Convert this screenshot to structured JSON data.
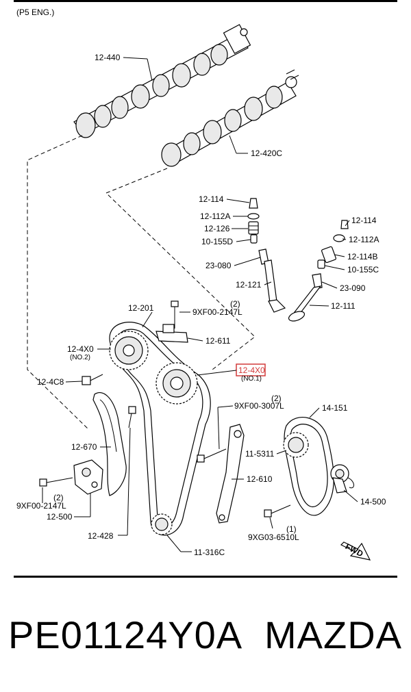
{
  "engine_label": "(P5 ENG.)",
  "callouts": {
    "camshaft_exhaust": "12-440",
    "camshaft_intake": "12-420C",
    "valve_keeper_in": "12-114",
    "valve_retainer_in": "12-112A",
    "valve_spring_in": "12-126",
    "valve_seal_in": "10-155D",
    "valve_guide_in": "23-080",
    "valve_in": "12-121",
    "valve_keeper_ex": "12-114",
    "valve_retainer_ex": "12-112A",
    "valve_spring_ex": "12-114B",
    "valve_seal_ex": "10-155C",
    "valve_guide_ex": "23-090",
    "valve_ex": "12-111",
    "chain": "12-201",
    "bolt_top_qty": "(2)",
    "bolt_top": "9XF00-2147L",
    "chain_guide_upper": "12-611",
    "sprocket_no2": "12-4X0",
    "sprocket_no2_sub": "(NO.2)",
    "sprocket_no1": "12-4X0",
    "sprocket_no1_sub": "(NO.1)",
    "bolt_sprocket": "12-4C8",
    "bolt_guide_qty": "(2)",
    "bolt_guide": "9XF00-3007L",
    "oil_pump_chain": "14-151",
    "oil_pump_sprocket": "11-5311",
    "chain_guide": "12-610",
    "tensioner_arm": "12-670",
    "oil_pump_tensioner": "14-500",
    "bolt_tensioner_qty": "(2)",
    "bolt_tensioner": "9XF00-2147L",
    "chain_tensioner": "12-500",
    "bolt_arm": "12-428",
    "crank_sprocket": "11-316C",
    "bolt_bottom_qty": "(1)",
    "bolt_bottom": "9XG03-6510L",
    "fwd": "FWD"
  },
  "highlight_color": "#d23a3a",
  "part_number": "PE01124Y0A",
  "brand": "MAZDA"
}
